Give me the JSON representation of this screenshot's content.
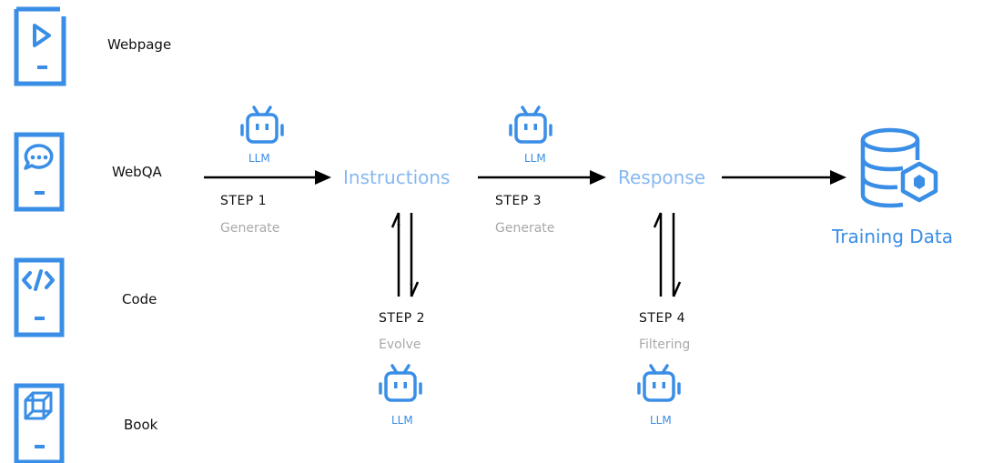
{
  "sources": [
    {
      "label": "Webpage",
      "icon": "play-icon"
    },
    {
      "label": "WebQA",
      "icon": "chat-icon"
    },
    {
      "label": "Code",
      "icon": "code-icon"
    },
    {
      "label": "Book",
      "icon": "cube-icon"
    }
  ],
  "nodes": {
    "instructions": "Instructions",
    "response": "Response",
    "training_data": "Training Data"
  },
  "steps": [
    {
      "label": "STEP 1",
      "action": "Generate",
      "llm": "LLM"
    },
    {
      "label": "STEP 2",
      "action": "Evolve",
      "llm": "LLM"
    },
    {
      "label": "STEP 3",
      "action": "Generate",
      "llm": "LLM"
    },
    {
      "label": "STEP 4",
      "action": "Filtering",
      "llm": "LLM"
    }
  ],
  "colors": {
    "accent": "#3a8ee6",
    "light_accent": "#86b8f0",
    "muted": "#a9a9a9"
  }
}
